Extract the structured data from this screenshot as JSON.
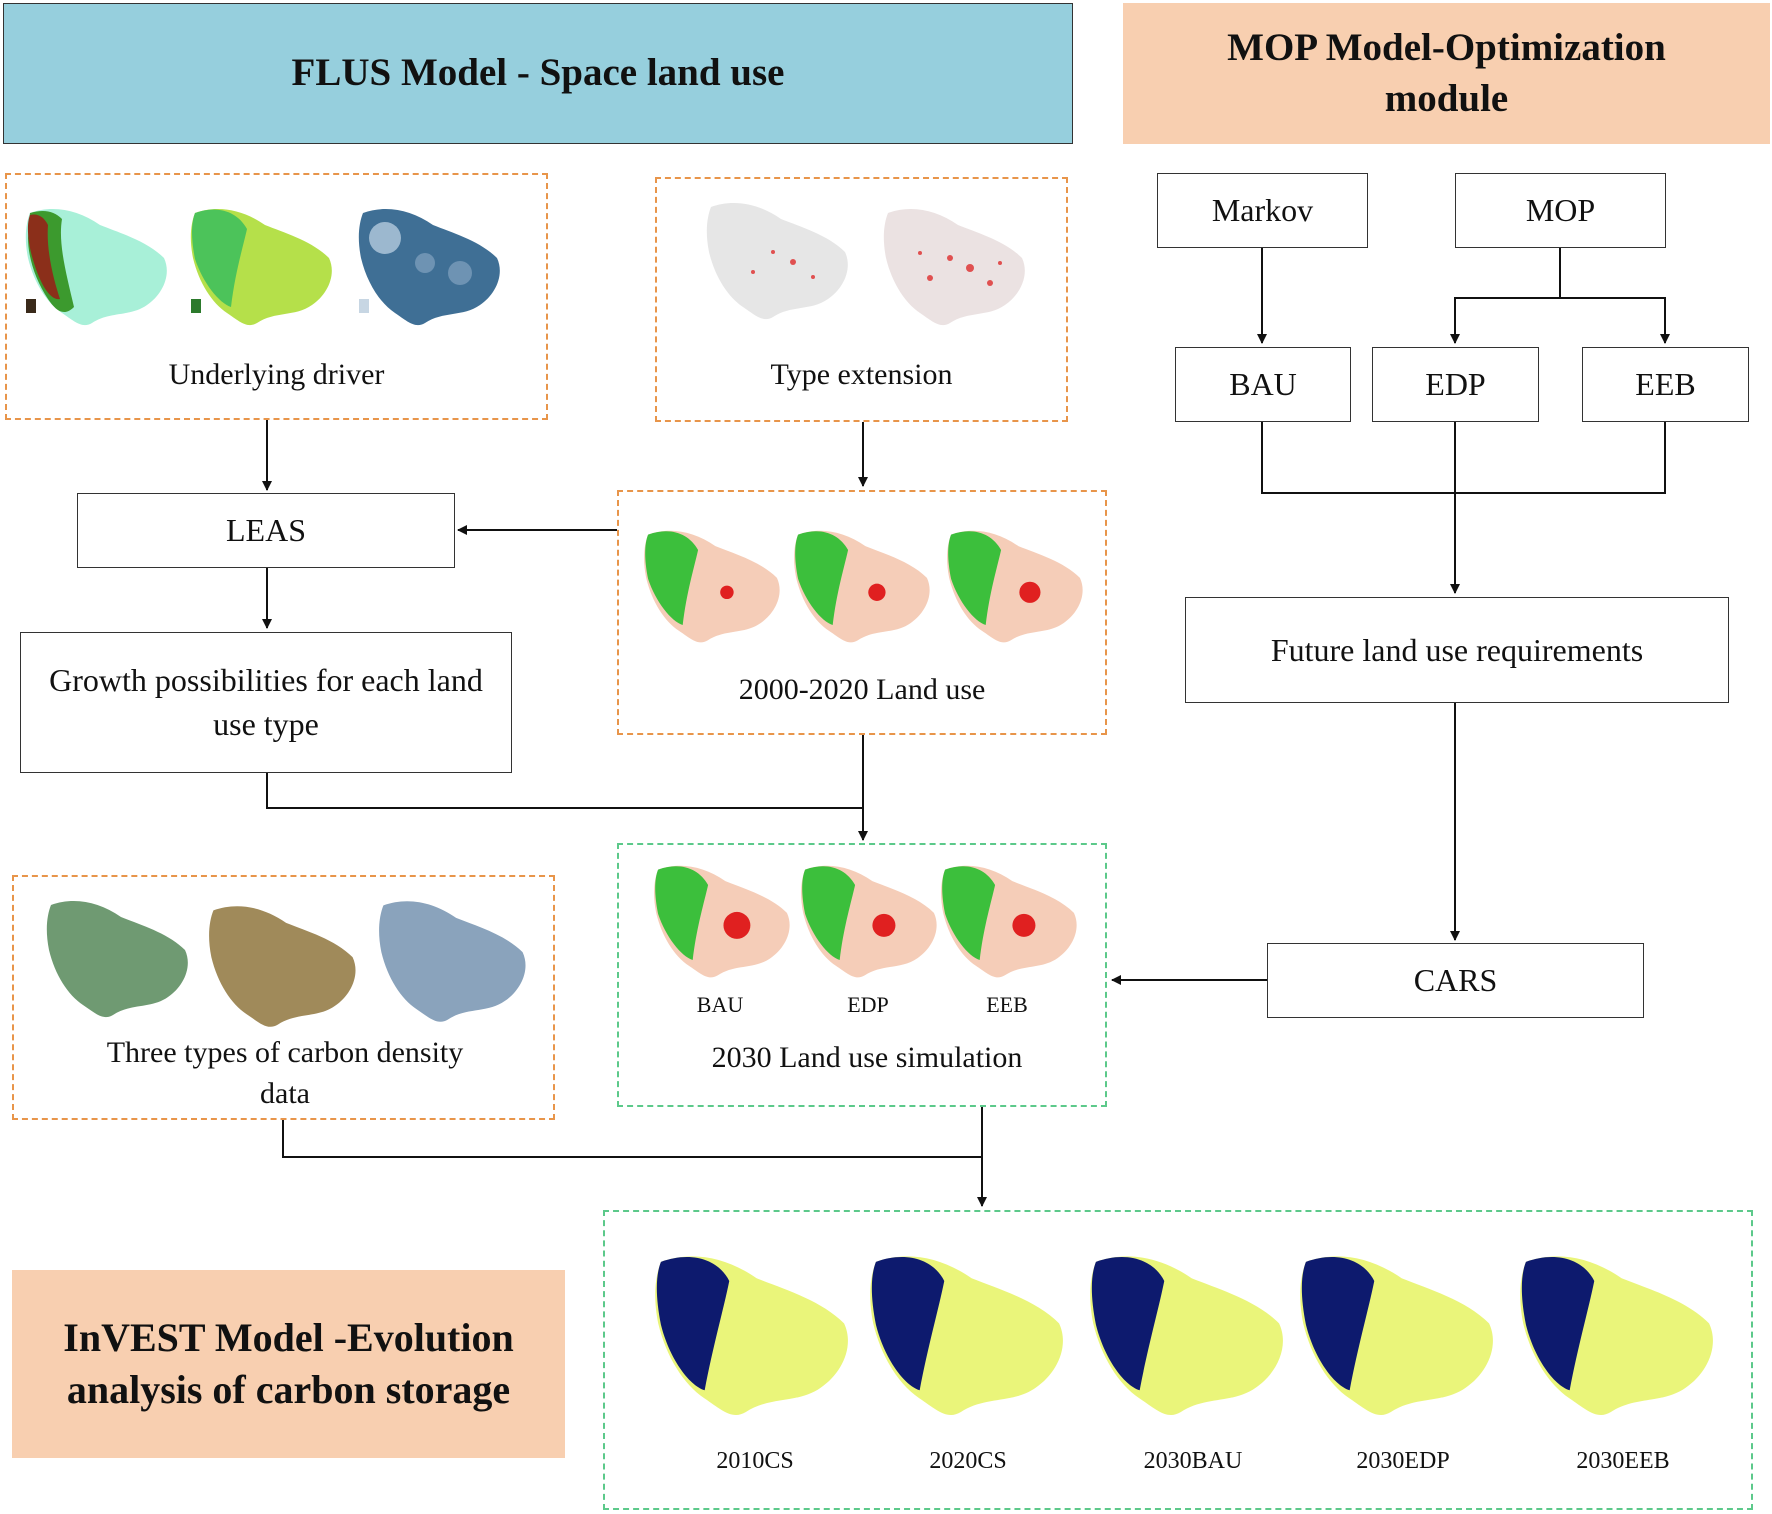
{
  "headers": {
    "flus": "FLUS Model - Space land use",
    "mop": "MOP Model-Optimization module",
    "invest": "InVEST Model -Evolution analysis of carbon storage"
  },
  "boxes": {
    "markov": "Markov",
    "mop": "MOP",
    "bau": "BAU",
    "edp": "EDP",
    "eeb": "EEB",
    "leas": "LEAS",
    "growth": "Growth possibilities for each land use type",
    "future": "Future land use requirements",
    "cars": "CARS"
  },
  "groups": {
    "underlying": "Underlying driver",
    "type_ext": "Type extension",
    "landuse": "2000-2020 Land use",
    "carbon_density": "Three types of carbon density data",
    "sim": "2030 Land use simulation"
  },
  "sim_labels": [
    "BAU",
    "EDP",
    "EEB"
  ],
  "cs_labels": [
    "2010CS",
    "2020CS",
    "2030BAU",
    "2030EDP",
    "2030EEB"
  ],
  "colors": {
    "flus_bg": "#96cfdd",
    "mop_bg": "#f8cfb0",
    "invest_bg": "#f8cfb0",
    "dash_orange": "#e8954a",
    "dash_green": "#5cc98a",
    "carbon_dark": "#0d1a6e",
    "carbon_light": "#eaf57a"
  },
  "icons": [
    "map-thumbnail-icon"
  ]
}
